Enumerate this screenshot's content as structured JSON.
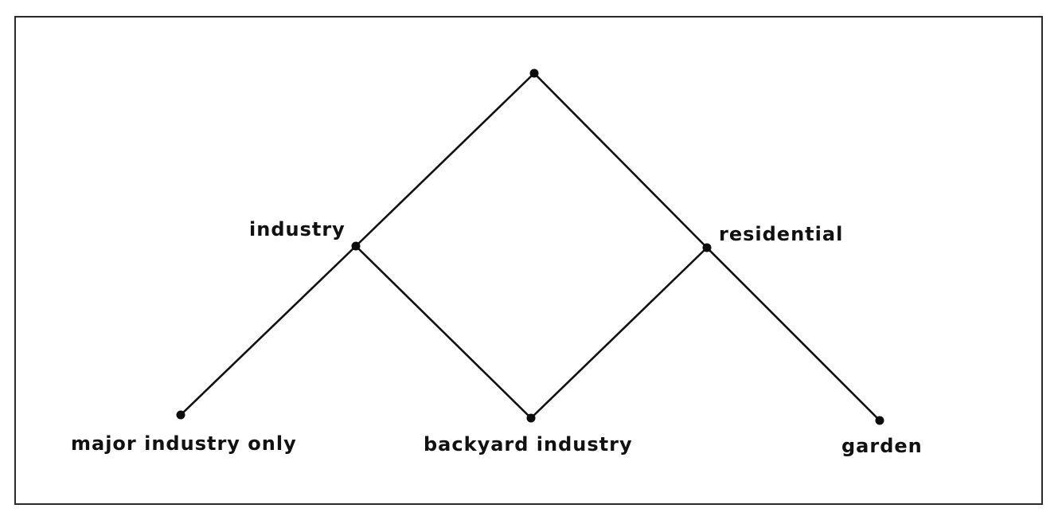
{
  "nodes": {
    "top": "",
    "industry": "industry",
    "residential": "residential",
    "major_industry_only": "major industry only",
    "backyard_industry": "backyard industry",
    "garden": "garden"
  },
  "edges": [
    [
      "top",
      "industry"
    ],
    [
      "top",
      "residential"
    ],
    [
      "industry",
      "major_industry_only"
    ],
    [
      "industry",
      "backyard_industry"
    ],
    [
      "residential",
      "backyard_industry"
    ],
    [
      "residential",
      "garden"
    ]
  ],
  "colors": {
    "line": "#111111",
    "node": "#0d0d0d",
    "frame": "#2a2a2a"
  }
}
